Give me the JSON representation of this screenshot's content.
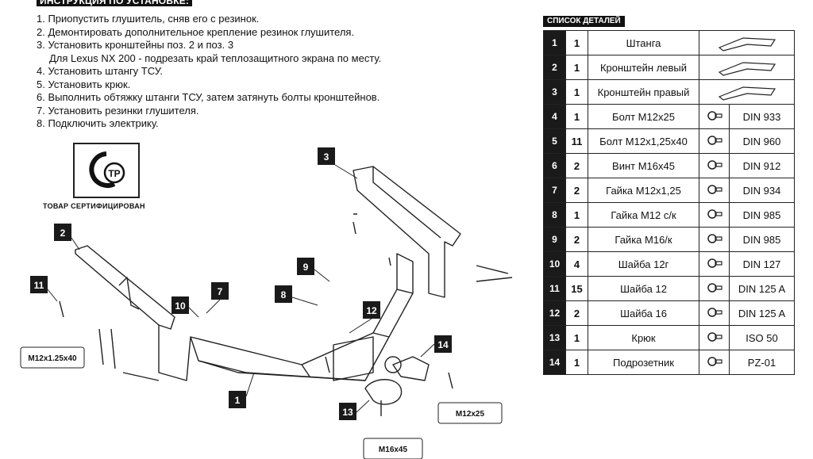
{
  "instructions": {
    "title": "ИНСТРУКЦИЯ ПО УСТАНОВКЕ:",
    "steps": [
      "1. Приопустить глушитель, сняв его с резинок.",
      "2. Демонтировать дополнительное крепление резинок глушителя.",
      "3. Установить кронштейны поз. 2 и поз. 3",
      "   Для Lexus NX 200 - подрезать край теплозащитного экрана по месту.",
      "4. Установить штангу ТСУ.",
      "5. Установить крюк.",
      "6. Выполнить обтяжку штанги ТСУ, затем затянуть болты кронштейнов.",
      "7. Установить резинки глушителя.",
      "8. Подключить электрику."
    ]
  },
  "certificate": {
    "label": "ТОВАР СЕРТИФИЦИРОВАН",
    "mark_text": "ТР"
  },
  "parts": {
    "title": "СПИСОК ДЕТАЛЕЙ",
    "rows": [
      {
        "num": "1",
        "qty": "1",
        "name": "Штанга",
        "std": ""
      },
      {
        "num": "2",
        "qty": "1",
        "name": "Кронштейн левый",
        "std": ""
      },
      {
        "num": "3",
        "qty": "1",
        "name": "Кронштейн правый",
        "std": ""
      },
      {
        "num": "4",
        "qty": "1",
        "name": "Болт М12х25",
        "std": "DIN 933"
      },
      {
        "num": "5",
        "qty": "11",
        "name": "Болт М12х1,25х40",
        "std": "DIN 960"
      },
      {
        "num": "6",
        "qty": "2",
        "name": "Винт М16х45",
        "std": "DIN 912"
      },
      {
        "num": "7",
        "qty": "2",
        "name": "Гайка М12х1,25",
        "std": "DIN 934"
      },
      {
        "num": "8",
        "qty": "1",
        "name": "Гайка М12 с/к",
        "std": "DIN 985"
      },
      {
        "num": "9",
        "qty": "2",
        "name": "Гайка М16/к",
        "std": "DIN 985"
      },
      {
        "num": "10",
        "qty": "4",
        "name": "Шайба 12г",
        "std": "DIN 127"
      },
      {
        "num": "11",
        "qty": "15",
        "name": "Шайба 12",
        "std": "DIN 125 A"
      },
      {
        "num": "12",
        "qty": "2",
        "name": "Шайба 16",
        "std": "DIN 125 A"
      },
      {
        "num": "13",
        "qty": "1",
        "name": "Крюк",
        "std": "ISO 50"
      },
      {
        "num": "14",
        "qty": "1",
        "name": "Подрозетник",
        "std": "PZ-01"
      }
    ]
  },
  "diagram": {
    "callouts": [
      "3",
      "2",
      "11",
      "9",
      "7",
      "8",
      "10",
      "12",
      "14",
      "1",
      "13"
    ],
    "bubbles": {
      "b1": "M12x1.25x40",
      "b2": "M12x25",
      "b3": "M16x45"
    }
  }
}
